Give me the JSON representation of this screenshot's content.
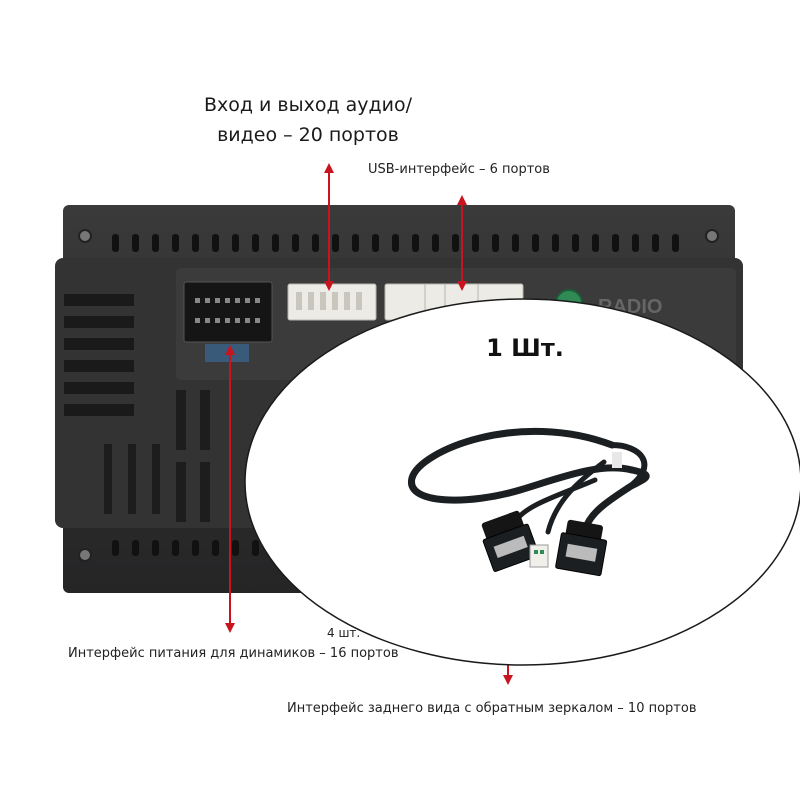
{
  "labels": {
    "av_line1": "Вход и выход аудио/",
    "av_line2": "видео – 20 портов",
    "usb": "USB-интерфейс – 6 портов",
    "speaker": "Интерфейс питания для динамиков – 16 портов",
    "four_pcs": "4 шт.",
    "rear": "Интерфейс заднего вида с обратным зеркалом – 10 портов",
    "quantity": "1 Шт.",
    "brand": "RADIO"
  },
  "colors": {
    "arrow": "#c8141e",
    "housing": "#2e2e2f",
    "connector": "#ecebe6",
    "cable": "#1c1f21"
  }
}
